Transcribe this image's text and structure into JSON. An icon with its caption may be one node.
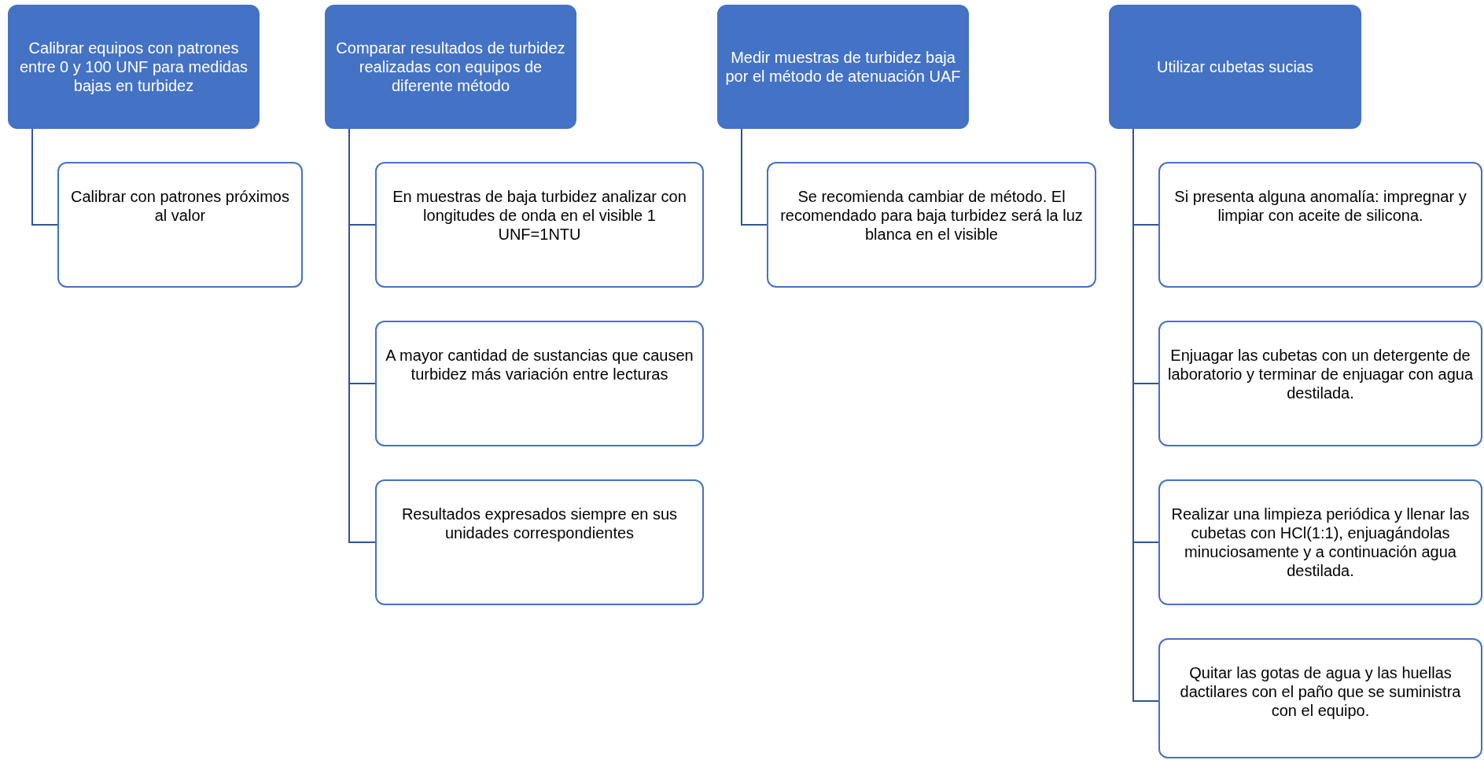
{
  "diagram": {
    "nodes": [
      {
        "text": [
          "Calibrar equipos con patrones entre 0 y 100 UNF para medidas bajas en turbidez"
        ]
      },
      {
        "text": [
          "Calibrar con patrones próximos al valor"
        ]
      },
      {
        "text": [
          "Comparar resultados de turbidez realizadas con equipos de diferente método"
        ]
      },
      {
        "text": [
          "En muestras de baja turbidez analizar con longitudes de onda en el visible 1 UNF=1NTU"
        ]
      },
      {
        "text": [
          "A mayor cantidad de sustancias que causen turbidez más variación entre lecturas"
        ]
      },
      {
        "text": [
          "Resultados expresados siempre en sus unidades correspondientes"
        ]
      },
      {
        "text": [
          "Medir muestras de turbidez baja por el método de atenuación UAF"
        ]
      },
      {
        "text": [
          "Se recomienda cambiar de método. El recomendado para baja turbidez será la luz blanca en el visible"
        ]
      },
      {
        "text": [
          "Utilizar cubetas sucias"
        ]
      },
      {
        "text": [
          "Si presenta alguna anomalía: impregnar y limpiar con aceite de silicona."
        ]
      },
      {
        "text": [
          "Enjuagar las cubetas con un detergente de laboratorio y terminar de enjuagar con agua destilada."
        ]
      },
      {
        "text": [
          "Realizar una limpieza periódica y llenar las cubetas con HCl(1:1), enjuagándolas minuciosamente y a continuación agua destilada."
        ]
      },
      {
        "text": [
          "Quitar las gotas de agua y las huellas dactilares con el paño que se suministra con el equipo."
        ]
      }
    ],
    "edges": [
      {
        "from": 0,
        "to": 1,
        "arrow": "none"
      },
      {
        "from": 2,
        "to": 3,
        "arrow": "none"
      },
      {
        "from": 2,
        "to": 4,
        "arrow": "none"
      },
      {
        "from": 2,
        "to": 5,
        "arrow": "none"
      },
      {
        "from": 6,
        "to": 7,
        "arrow": "none"
      },
      {
        "from": 8,
        "to": 9,
        "arrow": "none"
      },
      {
        "from": 8,
        "to": 10,
        "arrow": "none"
      },
      {
        "from": 8,
        "to": 11,
        "arrow": "none"
      },
      {
        "from": 8,
        "to": 12,
        "arrow": "none"
      }
    ]
  }
}
